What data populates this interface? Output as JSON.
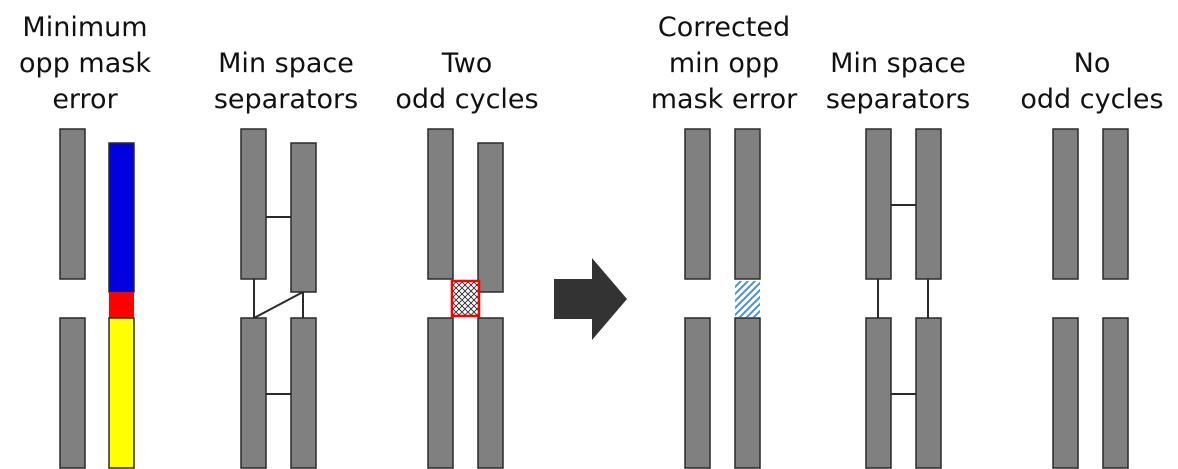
{
  "panels": [
    {
      "title_lines": [
        "Minimum",
        "opp mask",
        "error"
      ]
    },
    {
      "title_lines": [
        "Min space",
        "separators"
      ]
    },
    {
      "title_lines": [
        "Two",
        "odd cycles"
      ]
    },
    {
      "title_lines": [
        "Corrected",
        "min opp",
        "mask error"
      ]
    },
    {
      "title_lines": [
        "Min space",
        "separators"
      ]
    },
    {
      "title_lines": [
        "No",
        "odd cycles"
      ]
    }
  ],
  "colors": {
    "feature_fill": "#808080",
    "feature_stroke": "#2a2a2a",
    "mask_blue": "#0000e0",
    "mask_red": "#ff0000",
    "mask_yellow": "#ffff00",
    "odd_cycle_outline": "#ff0000",
    "correction_hatch": "#4a90d9",
    "arrow": "#333333",
    "separator_line": "#2a2a2a"
  },
  "icons": {
    "transition_arrow": "right-arrow-icon"
  }
}
